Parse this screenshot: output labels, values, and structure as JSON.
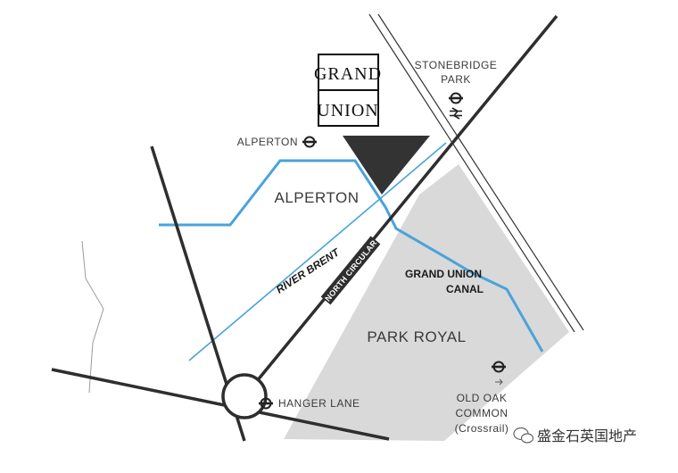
{
  "logo": {
    "line1": "GRAND",
    "line2": "UNION"
  },
  "stations": {
    "stonebridge_line1": "STONEBRIDGE",
    "stonebridge_line2": "PARK",
    "alperton": "ALPERTON",
    "hanger_lane": "HANGER LANE",
    "old_oak_line1": "OLD OAK",
    "old_oak_line2": "COMMON",
    "old_oak_line3": "(Crossrail)"
  },
  "areas": {
    "alperton": "ALPERTON",
    "park_royal": "PARK ROYAL"
  },
  "waterways": {
    "river": "RIVER BRENT",
    "canal_line1": "GRAND UNION",
    "canal_line2": "CANAL"
  },
  "roads": {
    "north_circular": "NORTH CIRCULAR"
  },
  "watermark": {
    "text": "盛金石英国地产"
  },
  "colors": {
    "canal": "#4aa3d9",
    "road": "#2e2e2e",
    "area": "#d9d9d9",
    "site": "#333333"
  }
}
